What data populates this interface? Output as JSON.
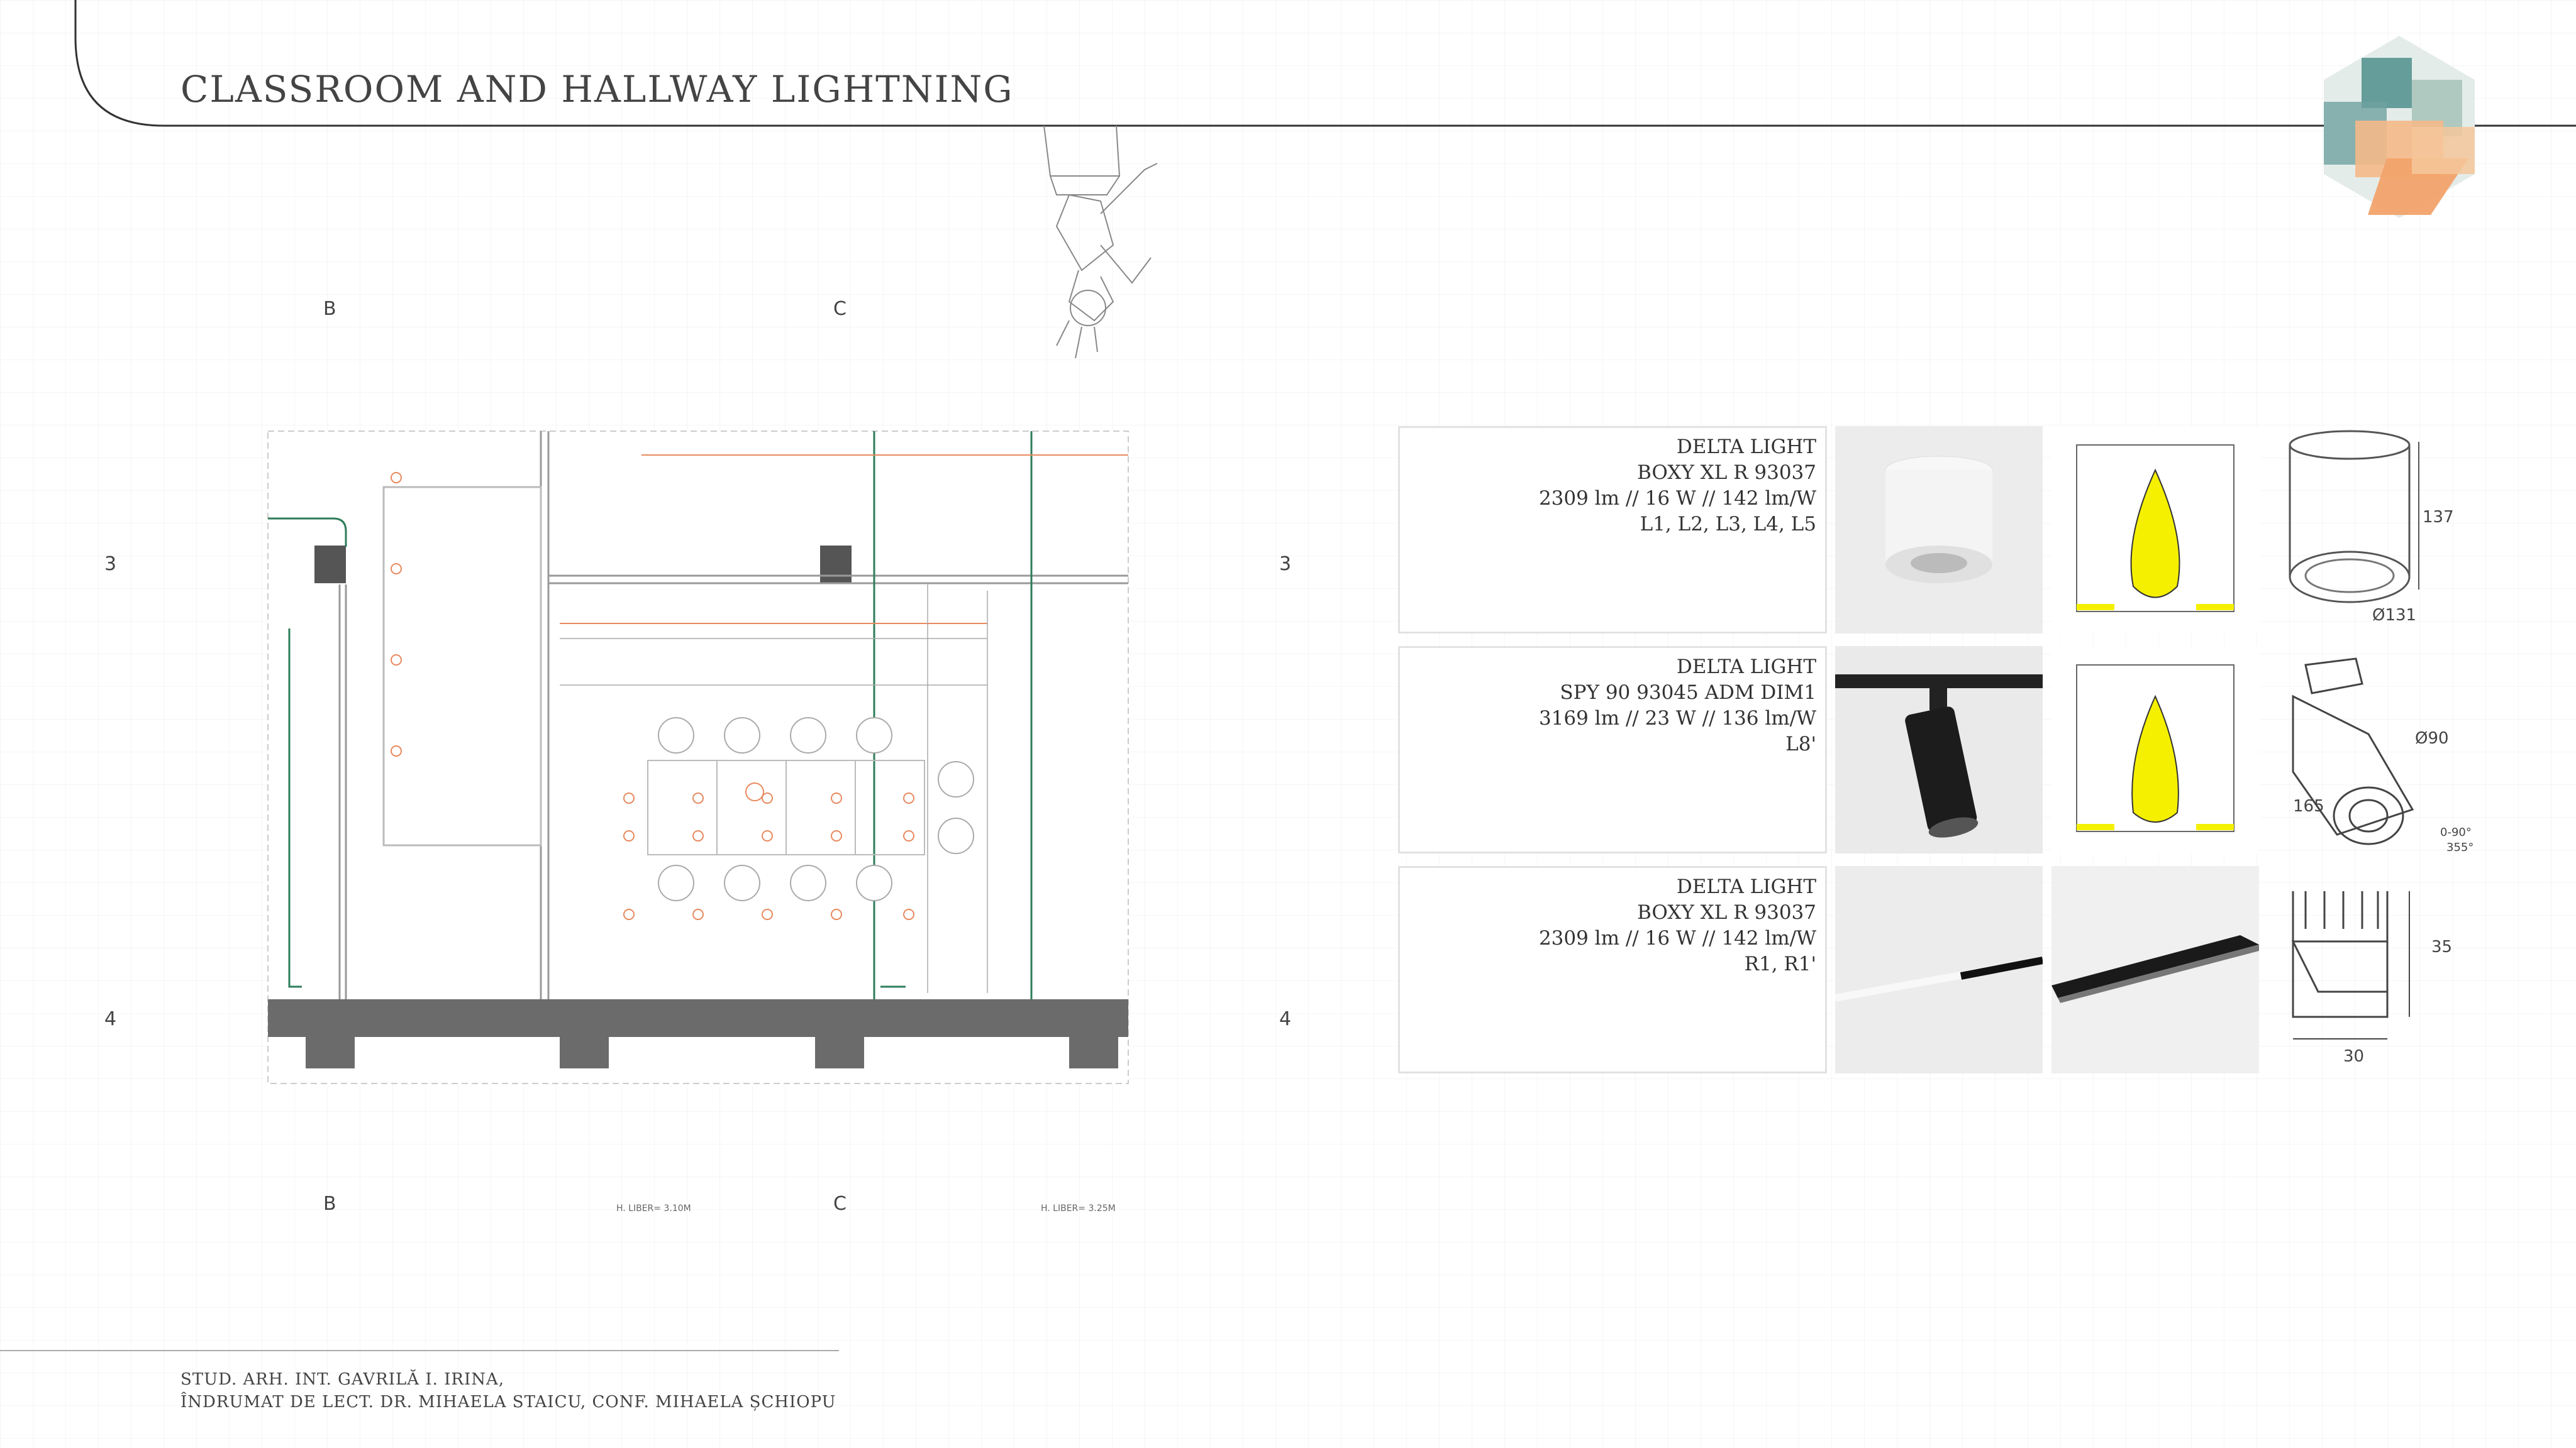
{
  "header": {
    "title": "CLASSROOM AND HALLWAY LIGHTNING"
  },
  "axes": {
    "b": "B",
    "c": "C",
    "row3": "3",
    "row4": "4"
  },
  "plan_notes": {
    "hliber_left": "H. LIBER= 3.10M",
    "hliber_right": "H. LIBER= 3.25M"
  },
  "products": [
    {
      "brand": "DELTA LIGHT",
      "model": "BOXY XL R 93037",
      "specs": "2309 lm // 16 W // 142 lm/W",
      "codes": "L1, L2, L3, L4, L5",
      "dims": [
        "137",
        "Ø131"
      ]
    },
    {
      "brand": "DELTA LIGHT",
      "model": "SPY 90 93045 ADM DIM1",
      "specs": "3169 lm // 23 W // 136 lm/W",
      "codes": "L8'",
      "dims": [
        "Ø90",
        "165",
        "0-90°",
        "355°"
      ]
    },
    {
      "brand": "DELTA LIGHT",
      "model": "BOXY XL R 93037",
      "specs": "2309 lm // 16 W // 142 lm/W",
      "codes": "R1, R1'",
      "dims": [
        "35",
        "30"
      ]
    }
  ],
  "footer": {
    "line1": "STUD. ARH. INT. GAVRILĂ I. IRINA,",
    "line2": "ÎNDRUMAT DE LECT. DR. MIHAELA STAICU, CONF. MIHAELA ȘCHIOPU"
  },
  "colors": {
    "accent_orange": "#e8895e",
    "green_line": "#2e7d5b",
    "logo_teal": "#4f8f8c",
    "logo_orange": "#f2a36b",
    "photometric_yellow": "#f5f000"
  }
}
